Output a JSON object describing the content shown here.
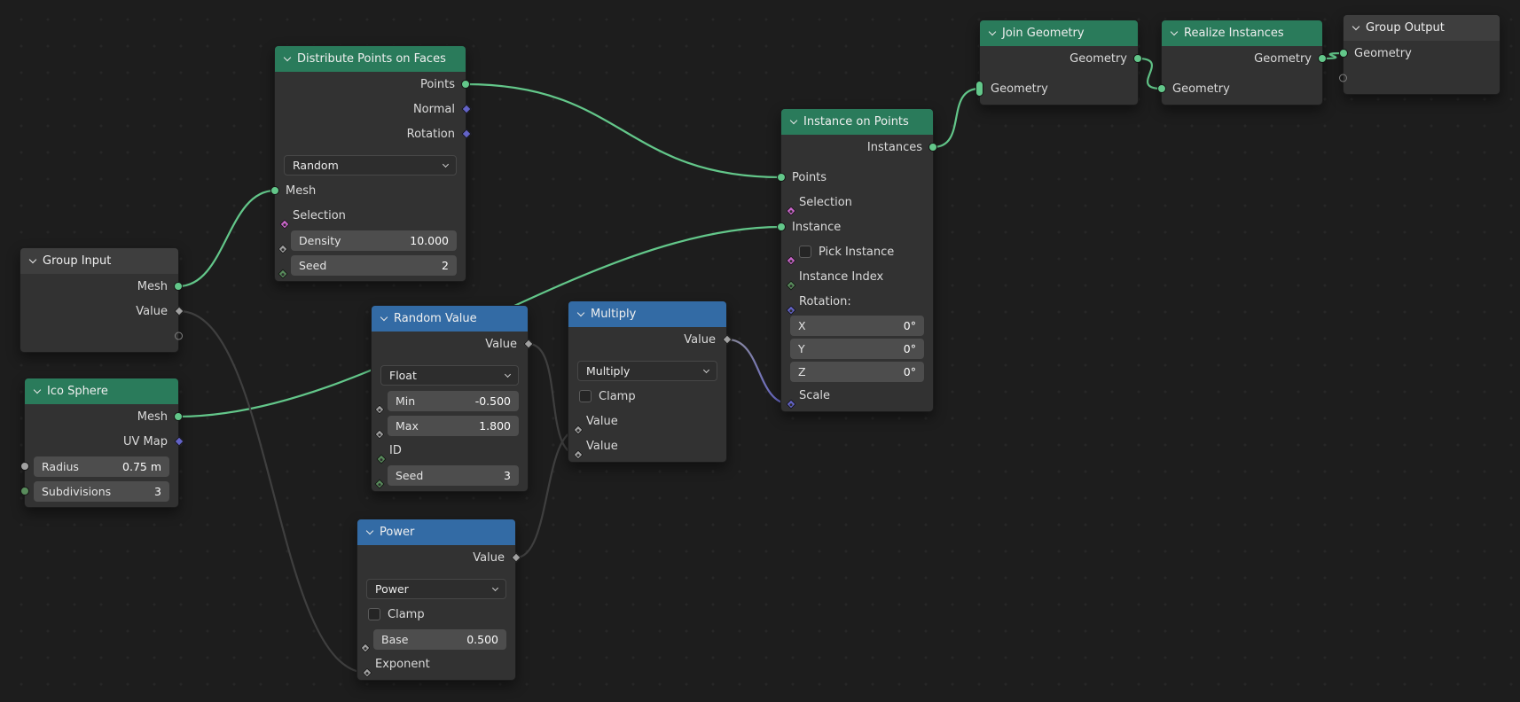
{
  "colors": {
    "background": "#1d1d1d",
    "grid_dot": "#272727",
    "node_body": "#323232",
    "header_geometry": "#2a7b5b",
    "header_converter": "#336ba5",
    "header_interface": "#3e3e3e",
    "socket_geometry": "#63c78a",
    "socket_float": "#a1a1a1",
    "socket_vector": "#6363c7",
    "socket_boolean": "#cc66cc",
    "socket_integer": "#598c5c",
    "wire_geometry": "#63c78a",
    "wire_float": "#3f3f3f",
    "wire_vector_end": "#6363c7"
  },
  "nodes": {
    "group_input": {
      "title": "Group Input",
      "outputs": {
        "mesh": "Mesh",
        "value": "Value"
      }
    },
    "ico_sphere": {
      "title": "Ico Sphere",
      "outputs": {
        "mesh": "Mesh",
        "uv_map": "UV Map"
      },
      "fields": {
        "radius": {
          "label": "Radius",
          "value": "0.75 m"
        },
        "subdivisions": {
          "label": "Subdivisions",
          "value": "3"
        }
      }
    },
    "distribute": {
      "title": "Distribute Points on Faces",
      "outputs": {
        "points": "Points",
        "normal": "Normal",
        "rotation": "Rotation"
      },
      "dropdown": "Random",
      "inputs": {
        "mesh": "Mesh",
        "selection": "Selection"
      },
      "fields": {
        "density": {
          "label": "Density",
          "value": "10.000"
        },
        "seed": {
          "label": "Seed",
          "value": "2"
        }
      }
    },
    "random_value": {
      "title": "Random Value",
      "outputs": {
        "value": "Value"
      },
      "dropdown": "Float",
      "inputs": {
        "id": "ID"
      },
      "fields": {
        "min": {
          "label": "Min",
          "value": "-0.500"
        },
        "max": {
          "label": "Max",
          "value": "1.800"
        },
        "seed": {
          "label": "Seed",
          "value": "3"
        }
      }
    },
    "multiply": {
      "title": "Multiply",
      "outputs": {
        "value": "Value"
      },
      "dropdown": "Multiply",
      "checkbox": "Clamp",
      "inputs": {
        "value1": "Value",
        "value2": "Value"
      }
    },
    "power": {
      "title": "Power",
      "outputs": {
        "value": "Value"
      },
      "dropdown": "Power",
      "checkbox": "Clamp",
      "inputs": {
        "exponent": "Exponent"
      },
      "fields": {
        "base": {
          "label": "Base",
          "value": "0.500"
        }
      }
    },
    "instance_on_points": {
      "title": "Instance on Points",
      "outputs": {
        "instances": "Instances"
      },
      "inputs": {
        "points": "Points",
        "selection": "Selection",
        "instance": "Instance",
        "pick_instance": "Pick Instance",
        "instance_index": "Instance Index",
        "scale": "Scale"
      },
      "rotation_label": "Rotation:",
      "fields": {
        "x": {
          "label": "X",
          "value": "0°"
        },
        "y": {
          "label": "Y",
          "value": "0°"
        },
        "z": {
          "label": "Z",
          "value": "0°"
        }
      }
    },
    "join_geometry": {
      "title": "Join Geometry",
      "outputs": {
        "geometry": "Geometry"
      },
      "inputs": {
        "geometry": "Geometry"
      }
    },
    "realize_instances": {
      "title": "Realize Instances",
      "outputs": {
        "geometry": "Geometry"
      },
      "inputs": {
        "geometry": "Geometry"
      }
    },
    "group_output": {
      "title": "Group Output",
      "inputs": {
        "geometry": "Geometry"
      }
    }
  },
  "links": [
    {
      "from": "group_input.mesh",
      "to": "distribute.mesh",
      "type": "geometry"
    },
    {
      "from": "distribute.points",
      "to": "instance_on_points.points",
      "type": "geometry"
    },
    {
      "from": "ico_sphere.mesh",
      "to": "instance_on_points.instance",
      "type": "geometry"
    },
    {
      "from": "instance_on_points.instances",
      "to": "join_geometry.in",
      "type": "geometry"
    },
    {
      "from": "join_geometry.out",
      "to": "realize_instances.in",
      "type": "geometry"
    },
    {
      "from": "realize_instances.out",
      "to": "group_output.geometry",
      "type": "geometry"
    },
    {
      "from": "group_input.value",
      "to": "power.exponent",
      "type": "float"
    },
    {
      "from": "power.value",
      "to": "multiply.value1",
      "type": "float"
    },
    {
      "from": "random_value.value",
      "to": "multiply.value2",
      "type": "float"
    },
    {
      "from": "multiply.value",
      "to": "instance_on_points.scale",
      "type": "float_vector"
    }
  ]
}
